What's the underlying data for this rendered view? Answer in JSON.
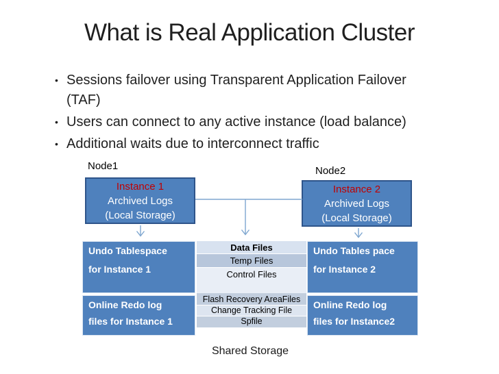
{
  "slide": {
    "title": "What is Real Application Cluster",
    "bullets": [
      {
        "line1": "Sessions failover using Transparent Application Failover",
        "line2": "(TAF)"
      },
      {
        "line1": "Users can connect to any active instance (load balance)"
      },
      {
        "line1": "Additional waits due to interconnect traffic"
      }
    ]
  },
  "diagram": {
    "node1_label": "Node1",
    "node2_label": "Node2",
    "instance1": {
      "name": "Instance 1",
      "line2": "Archived Logs",
      "line3": "(Local Storage)"
    },
    "instance2": {
      "name": "Instance 2",
      "line2": "Archived Logs",
      "line3": "(Local Storage)"
    },
    "undo_instance1": {
      "line1": "Undo Tablespace",
      "line2": "for Instance 1"
    },
    "undo_instance2": {
      "line1": "Undo Tables pace",
      "line2": "for Instance 2"
    },
    "redo_instance1": {
      "line1": "Online Redo log",
      "line2": "files for Instance 1"
    },
    "redo_instance2": {
      "line1": "Online Redo log",
      "line2": "files for Instance2"
    },
    "shared_files_top": {
      "header": "Data Files",
      "rows": [
        "Temp Files",
        "Control Files"
      ]
    },
    "shared_files_bottom": {
      "rows": [
        "Flash Recovery AreaFiles",
        "Change Tracking File",
        "Spfile"
      ]
    },
    "shared_storage_label": "Shared Storage"
  },
  "colors": {
    "box_blue": "#4f81bd",
    "box_border_dark": "#2e548a",
    "instance_title_red": "#c00000",
    "connector_blue": "#7ea6cf",
    "row_header_bg": "#d8e2f0",
    "row_medium_bg": "#b7c6db",
    "row_pale_bg": "#e9eef6",
    "row_dark_bg": "#c2cede",
    "row_light_bg": "#dde5f0",
    "text_dark": "#1f1f1f",
    "text_white": "#ffffff"
  }
}
